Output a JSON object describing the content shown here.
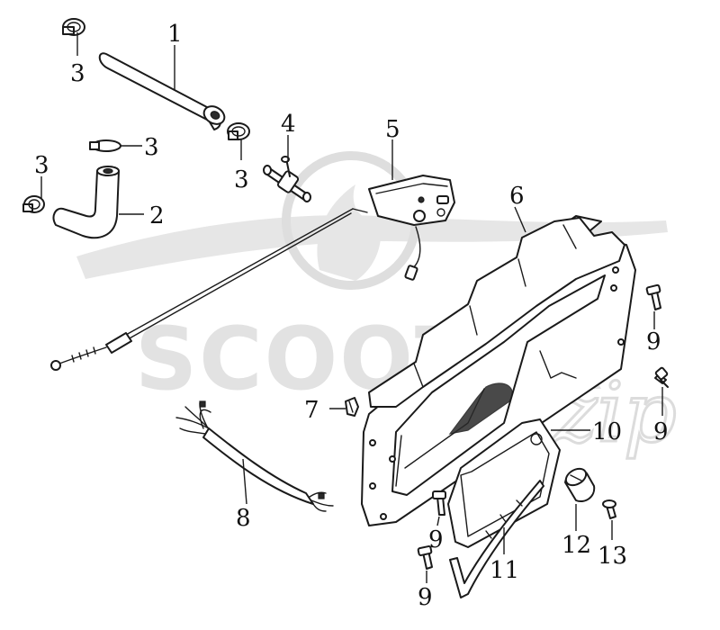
{
  "watermark": {
    "brand": "SCOOTER",
    "script": "zip"
  },
  "callouts": {
    "c1": "1",
    "c2": "2",
    "c3a": "3",
    "c3b": "3",
    "c3c": "3",
    "c3d": "3",
    "c4": "4",
    "c5": "5",
    "c6": "6",
    "c7": "7",
    "c8": "8",
    "c9a": "9",
    "c9b": "9",
    "c9c": "9",
    "c9d": "9",
    "c10": "10",
    "c11": "11",
    "c12": "12",
    "c13": "13"
  }
}
